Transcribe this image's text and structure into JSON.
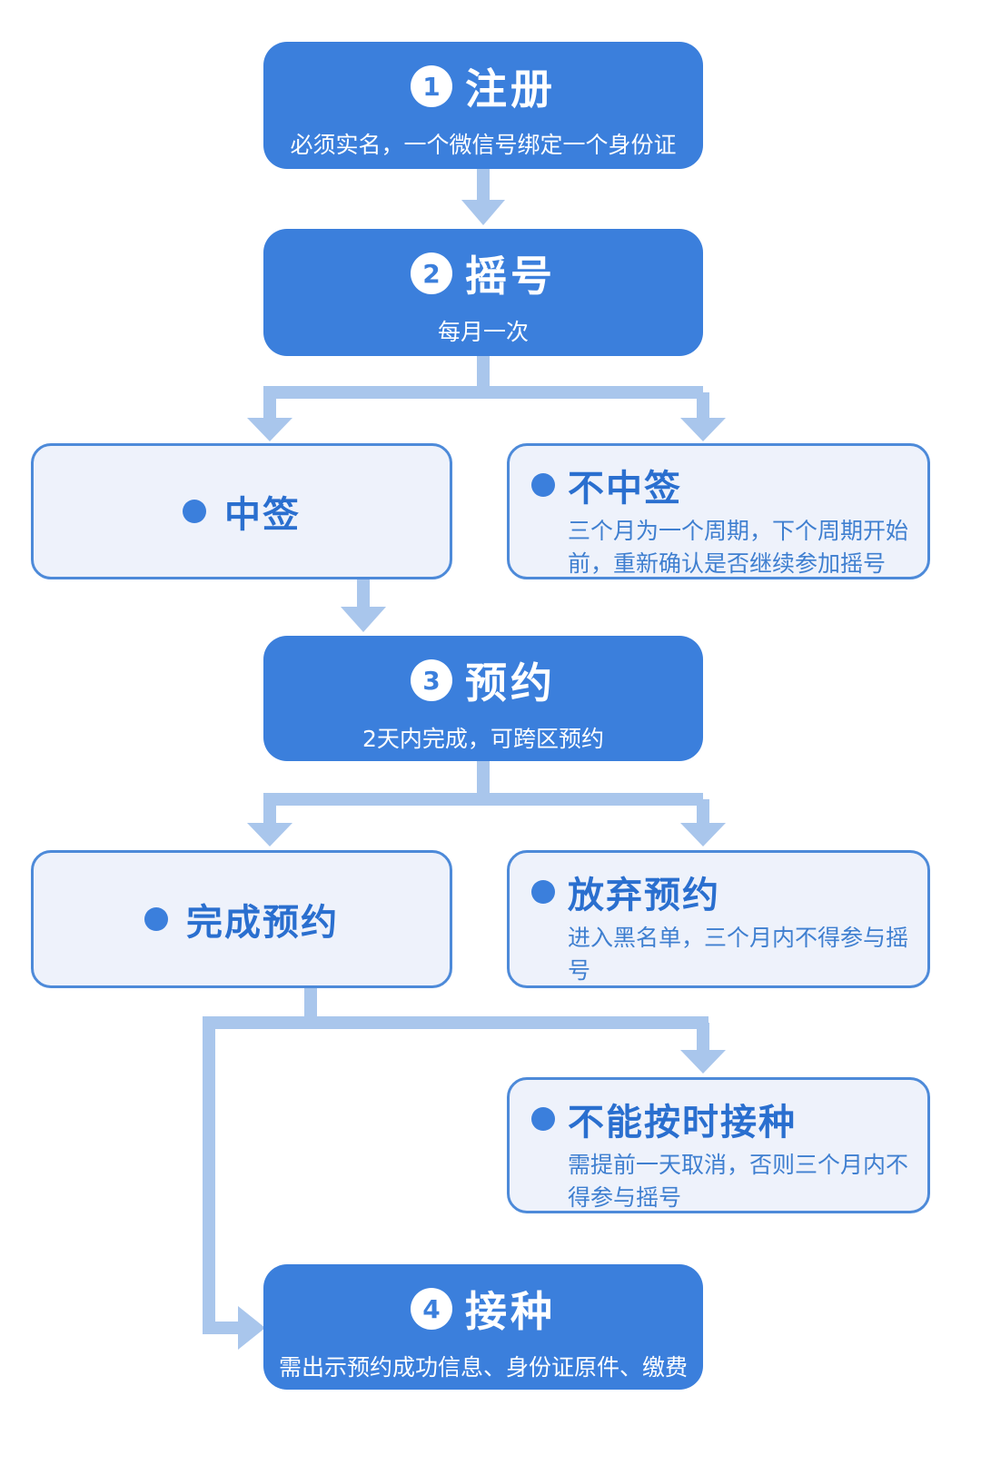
{
  "colors": {
    "step_fill": "#3b7fdc",
    "box_fill": "#eef2fb",
    "box_border": "#4d8ad9",
    "text_blue": "#2a6fcf",
    "connector": "#a9c6ec"
  },
  "steps": [
    {
      "number": "1",
      "title": "注册",
      "desc": "必须实名，一个微信号绑定一个身份证"
    },
    {
      "number": "2",
      "title": "摇号",
      "desc": "每月一次"
    },
    {
      "number": "3",
      "title": "预约",
      "desc": "2天内完成，可跨区预约"
    },
    {
      "number": "4",
      "title": "接种",
      "desc": "需出示预约成功信息、身份证原件、缴费"
    }
  ],
  "outcomes": {
    "win": {
      "title": "中签"
    },
    "lose": {
      "title": "不中签",
      "desc": "三个月为一个周期，下个周期开始前，重新确认是否继续参加摇号"
    },
    "booked": {
      "title": "完成预约"
    },
    "give_up": {
      "title": "放弃预约",
      "desc": "进入黑名单，三个月内不得参与摇号"
    },
    "cannot_attend": {
      "title": "不能按时接种",
      "desc": "需提前一天取消，否则三个月内不得参与摇号"
    }
  }
}
